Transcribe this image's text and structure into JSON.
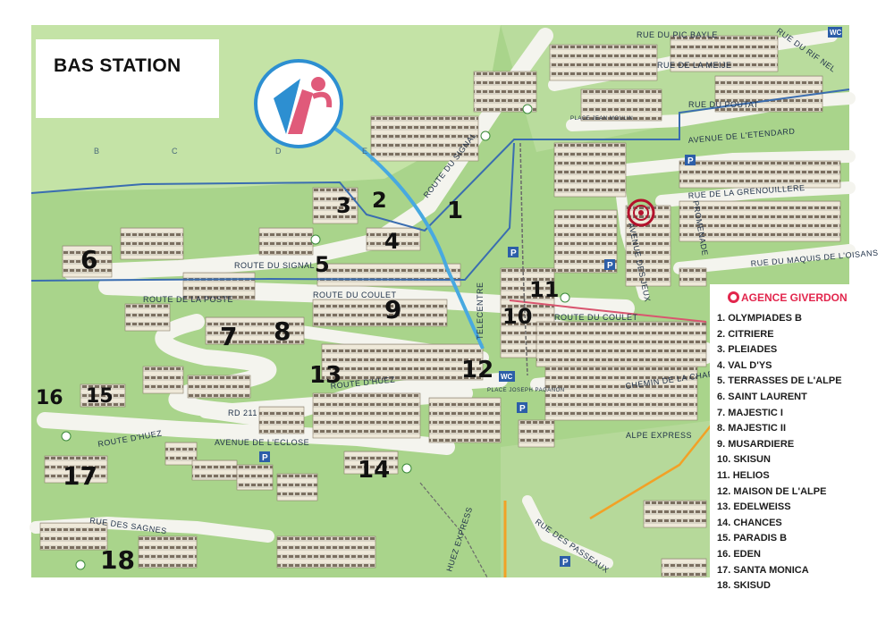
{
  "title": "BAS STATION",
  "legend": {
    "heading": "AGENCE GIVERDON",
    "accent": "#e2264d",
    "items": [
      "1.  OLYMPIADES B",
      "2.  CITRIERE",
      "3.  PLEIADES",
      "4.  VAL D'YS",
      "5.  TERRASSES DE L'ALPE",
      "6.  SAINT LAURENT",
      "7.  MAJESTIC I",
      "8.  MAJESTIC II",
      "9.  MUSARDIERE",
      "10. SKISUN",
      "11. HELIOS",
      "12. MAISON DE L'ALPE",
      "13. EDELWEISS",
      "14. CHANCES",
      "15. PARADIS B",
      "16. EDEN",
      "17. SANTA MONICA",
      "18. SKISUD"
    ]
  },
  "colors": {
    "grass": "#a9d48b",
    "grass_light": "#c4e3a6",
    "road": "#f4f4ee",
    "route_blue": "#3a6db0",
    "route_pink": "#d9556f",
    "route_orange": "#f2a126",
    "pointer_blue": "#48a9e0"
  },
  "grid_columns": [
    "B",
    "C",
    "D",
    "E"
  ],
  "streets": [
    "RUE DU PIC BAYLE",
    "RUE DE LA MEIJE",
    "RUE DU POUTAT",
    "AVENUE DE L'ETENDARD",
    "RUE DE LA GRENOUILLERE",
    "RUE DU MAQUIS DE L'OISANS",
    "PROMENADE",
    "AVENUE DES JEUX",
    "ROUTE DU SIGNAL",
    "ROUTE DU COULET",
    "ROUTE DE LA POSTE",
    "ROUTE DU COULET",
    "ROUTE DU SIGNAL",
    "ROUTE D'HUEZ",
    "RD 211",
    "ROUTE D'HUEZ",
    "AVENUE DE L'ECLOSE",
    "CHEMIN DE LA CHAPELLE",
    "ALPE EXPRESS",
    "RUE DES SAGNES",
    "RUE DES PASSEAUX",
    "HUEZ EXPRESS",
    "TELECENTRE",
    "PLACE JOSEPH PAGANON",
    "PLACE JEAN MOULIN",
    "RUE DU RIF NEL"
  ],
  "markers": [
    {
      "label": "1"
    },
    {
      "label": "2"
    },
    {
      "label": "3"
    },
    {
      "label": "4"
    },
    {
      "label": "5"
    },
    {
      "label": "6"
    },
    {
      "label": "7"
    },
    {
      "label": "8"
    },
    {
      "label": "9"
    },
    {
      "label": "10"
    },
    {
      "label": "11"
    },
    {
      "label": "12"
    },
    {
      "label": "13"
    },
    {
      "label": "14"
    },
    {
      "label": "15"
    },
    {
      "label": "16"
    },
    {
      "label": "17"
    },
    {
      "label": "18"
    }
  ],
  "icons": [
    "tourist-office-logo",
    "agency-target-icon",
    "wc-icon",
    "parking-icon",
    "recycling-icon"
  ]
}
